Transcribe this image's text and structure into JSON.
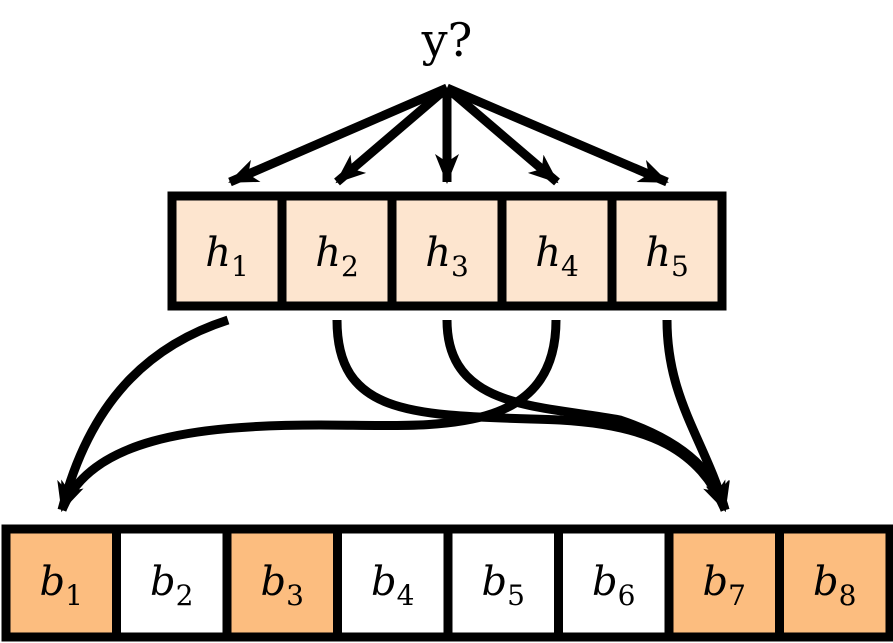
{
  "query_label": "y?",
  "hash_cells": [
    {
      "base": "h",
      "sub": "1"
    },
    {
      "base": "h",
      "sub": "2"
    },
    {
      "base": "h",
      "sub": "3"
    },
    {
      "base": "h",
      "sub": "4"
    },
    {
      "base": "h",
      "sub": "5"
    }
  ],
  "bit_cells": [
    {
      "base": "b",
      "sub": "1",
      "set": true
    },
    {
      "base": "b",
      "sub": "2",
      "set": false
    },
    {
      "base": "b",
      "sub": "3",
      "set": true
    },
    {
      "base": "b",
      "sub": "4",
      "set": false
    },
    {
      "base": "b",
      "sub": "5",
      "set": false
    },
    {
      "base": "b",
      "sub": "6",
      "set": false
    },
    {
      "base": "b",
      "sub": "7",
      "set": true
    },
    {
      "base": "b",
      "sub": "8",
      "set": true
    }
  ],
  "hash_to_bit": [
    {
      "from": 1,
      "to": 1
    },
    {
      "from": 2,
      "to": 7
    },
    {
      "from": 3,
      "to": 7
    },
    {
      "from": 4,
      "to": 1
    },
    {
      "from": 5,
      "to": 7
    }
  ],
  "colors": {
    "hash_fill": "#fde5cf",
    "bit_set_fill": "#fcbd7f",
    "bit_unset_fill": "#ffffff",
    "stroke": "#000000"
  }
}
